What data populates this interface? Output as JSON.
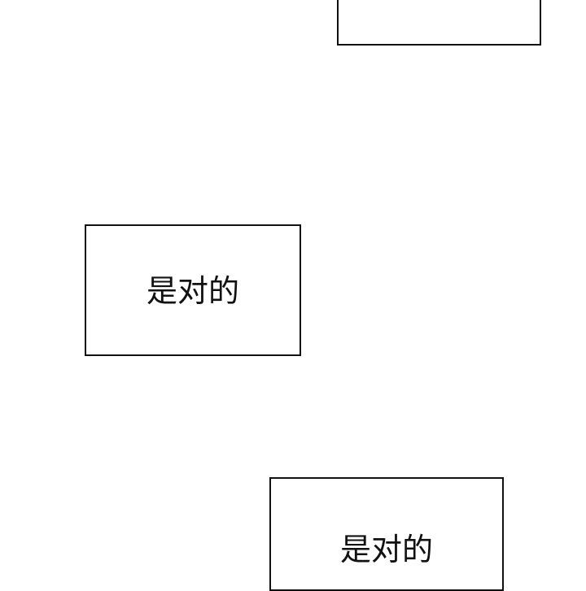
{
  "page": {
    "background": "#ffffff",
    "border_color": "#111111"
  },
  "panels": [
    {
      "id": "top",
      "text": ""
    },
    {
      "id": "mid",
      "text": "是对的"
    },
    {
      "id": "bottom",
      "text": "是对的"
    }
  ]
}
